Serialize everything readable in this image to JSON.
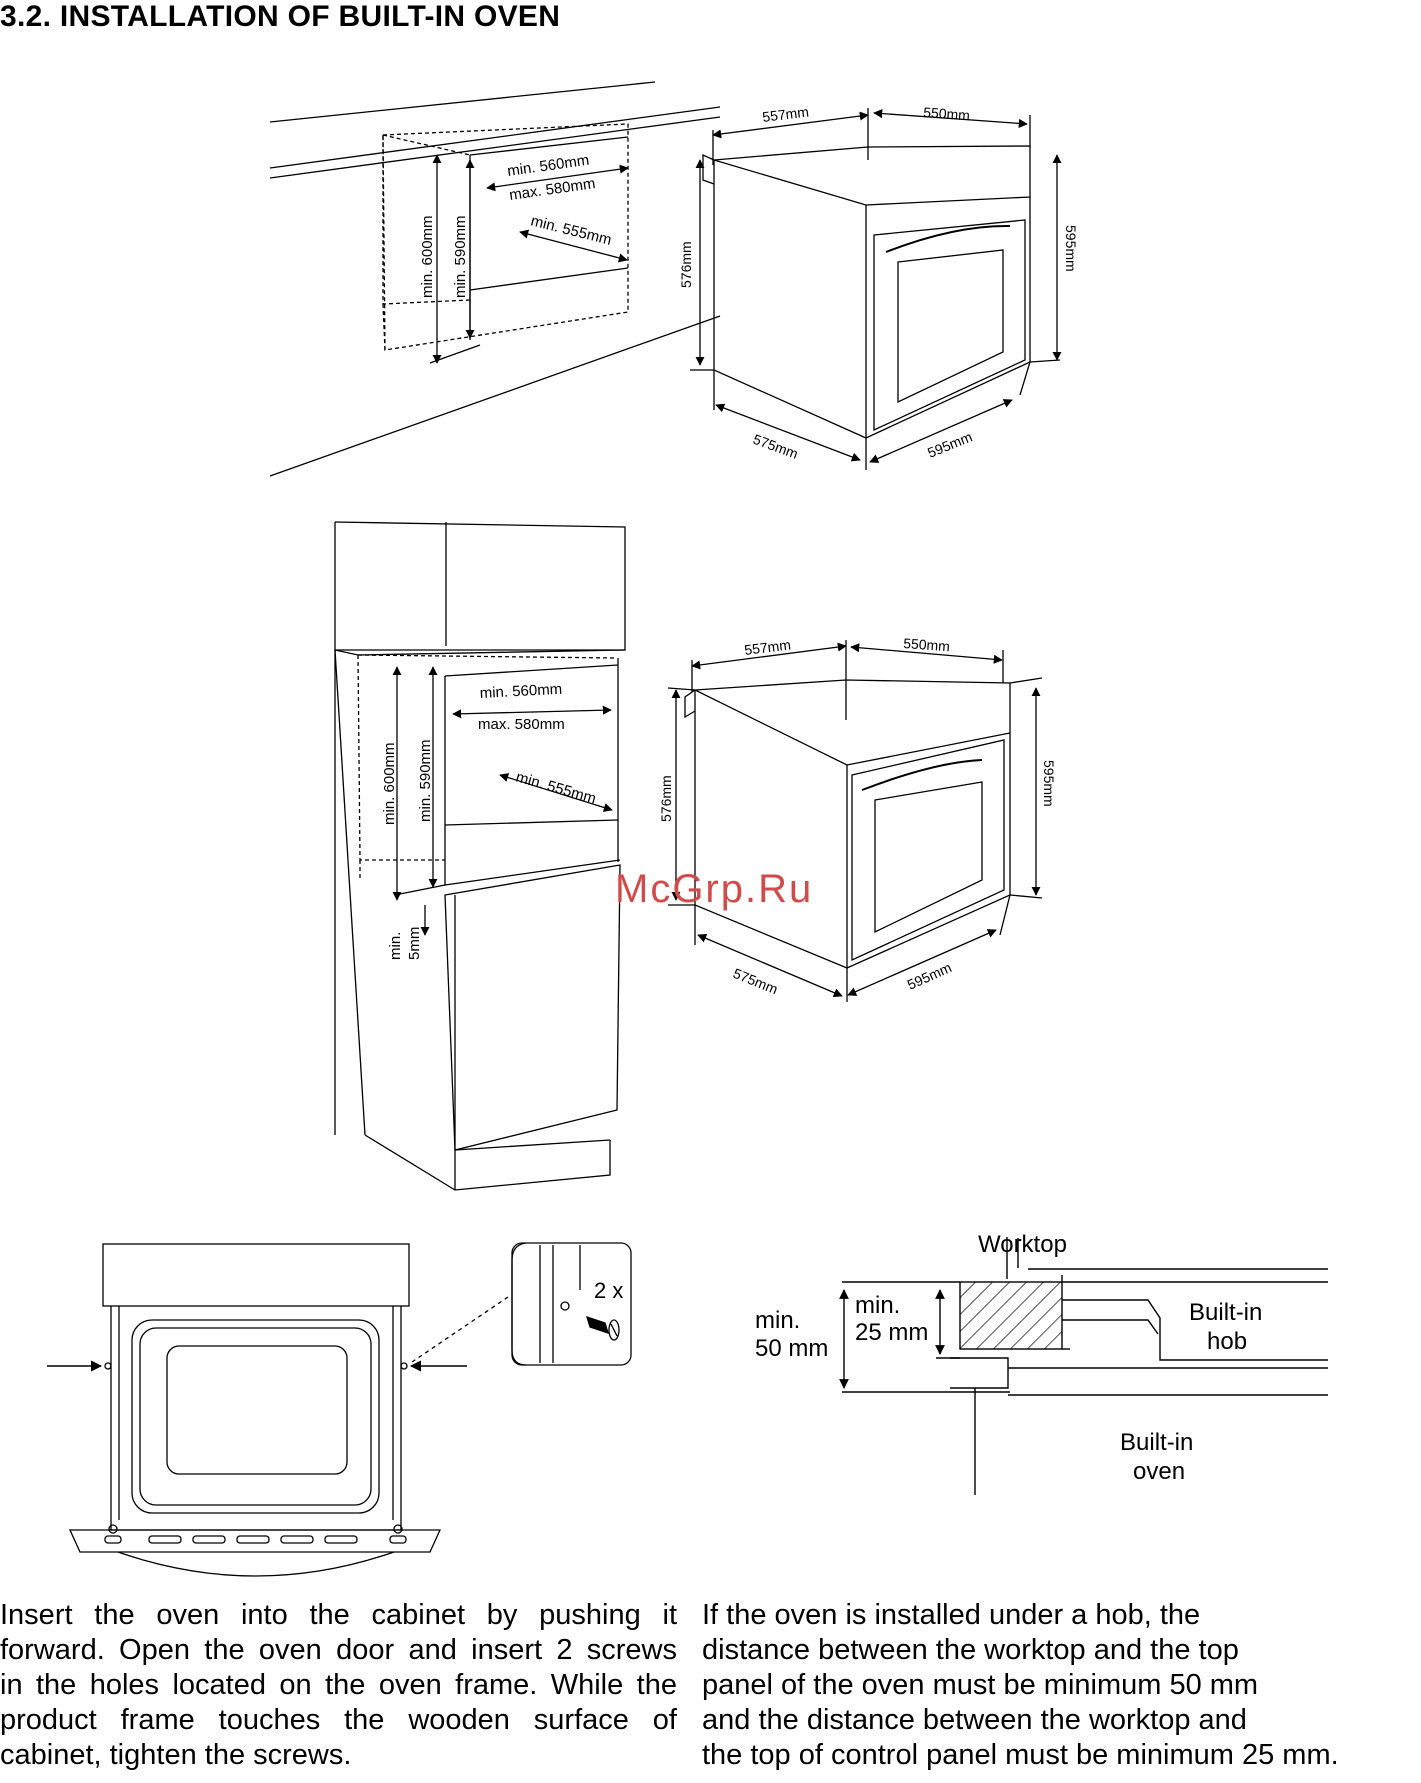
{
  "page": {
    "title": "3.2. INSTALLATION OF BUILT-IN OVEN",
    "watermark": "McGrp.Ru"
  },
  "figure_upper": {
    "niche": {
      "width_label": "min. 560mm",
      "width_max_label": "max. 580mm",
      "depth_label": "min. 555mm",
      "height_outer_label": "min. 600mm",
      "height_inner_label": "min. 590mm"
    },
    "oven": {
      "depth_top_left": "557mm",
      "depth_top_right": "550mm",
      "height_left": "576mm",
      "height_right": "595mm",
      "bottom_depth": "575mm",
      "bottom_width": "595mm"
    }
  },
  "figure_tall": {
    "niche": {
      "width_label": "min. 560mm",
      "width_max_label": "max. 580mm",
      "depth_label": "min. 555mm",
      "height_outer_label": "min. 600mm",
      "height_inner_label": "min. 590mm",
      "gap_label_1": "min.",
      "gap_label_2": "5mm"
    },
    "oven": {
      "depth_top_left": "557mm",
      "depth_top_right": "550mm",
      "height_left": "576mm",
      "height_right": "595mm",
      "bottom_depth": "575mm",
      "bottom_width": "595mm"
    }
  },
  "figure_screws": {
    "screw_count": "2 x"
  },
  "figure_hob": {
    "worktop": "Worktop",
    "min_50_line1": "min.",
    "min_50_line2": "50 mm",
    "min_25_line1": "min.",
    "min_25_line2": "25 mm",
    "hob_line1": "Built-in",
    "hob_line2": "hob",
    "oven_line1": "Built-in",
    "oven_line2": "oven"
  },
  "text_left": {
    "l1": "Insert the oven into the cabinet by pushing it",
    "l2": "forward. Open the oven door and insert 2 screws",
    "l3": "in the holes located on the oven frame. While the",
    "l4": "product frame touches the wooden surface of",
    "l5": "cabinet, tighten the screws."
  },
  "text_right": {
    "l1": "If the oven is installed under a hob, the",
    "l2": "distance between the worktop and the top",
    "l3": "panel of the oven must be minimum 50 mm",
    "l4": "and the distance between the worktop and",
    "l5": "the top of control panel must be minimum 25 mm."
  }
}
